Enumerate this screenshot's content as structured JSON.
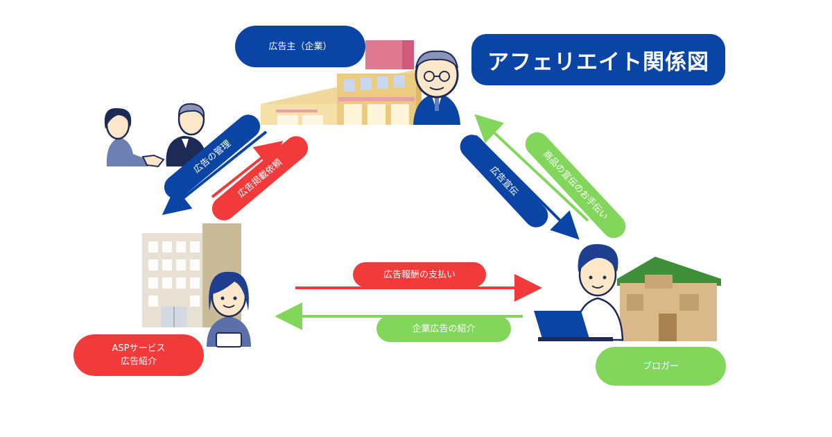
{
  "title": "アフェリエイト関係図",
  "nodes": {
    "advertiser": "広告主（企業）",
    "asp_line1": "ASPサービス",
    "asp_line2": "広告紹介",
    "blogger": "ブロガー"
  },
  "relations": {
    "ad_management": "広告の管理",
    "ad_placement_request": "広告掲載依頼",
    "ad_promotion": "広告宣伝",
    "product_promotion_help": "商品の宣伝のお手伝い",
    "ad_reward_payment": "広告報酬の支払い",
    "company_ad_introduction": "企業広告の紹介"
  },
  "colors": {
    "blue": "#0a45a6",
    "red": "#f23a3a",
    "green": "#82d65c"
  }
}
